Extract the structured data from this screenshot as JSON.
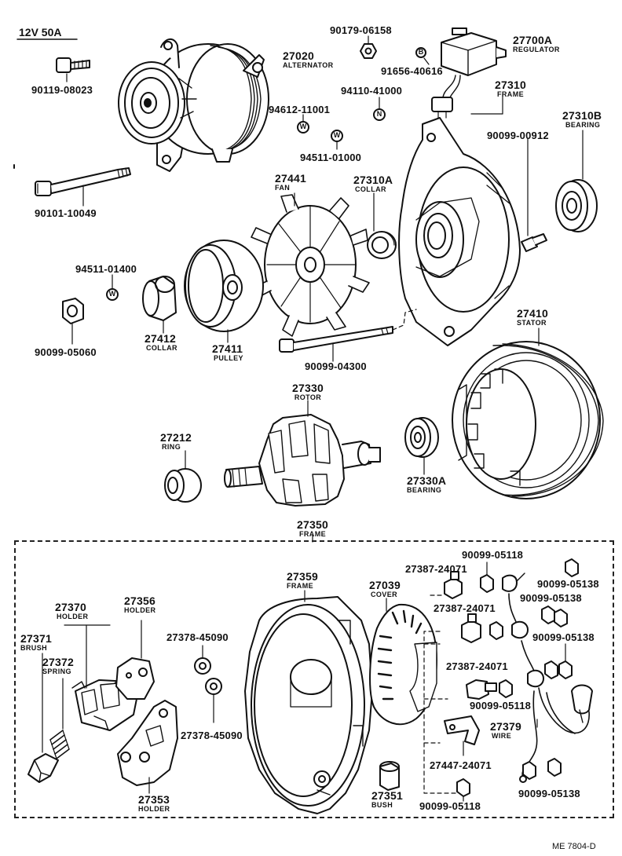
{
  "header": {
    "spec": "12V 50A"
  },
  "footer": {
    "code": "ME 7804-D"
  },
  "parts": {
    "p90119": "90119-08023",
    "p27020": "27020",
    "p27020n": "ALTERNATOR",
    "p90179": "90179-06158",
    "p27700A": "27700A",
    "p27700An": "REGULATOR",
    "p91656": "91656-40616",
    "p94110": "94110-41000",
    "p94612": "94612-11001",
    "p94511a": "94511-01000",
    "p27310": "27310",
    "p27310n": "FRAME",
    "p27310B": "27310B",
    "p27310Bn": "BEARING",
    "p90099_912": "90099-00912",
    "p90101": "90101-10049",
    "p27441": "27441",
    "p27441n": "FAN",
    "p27310A": "27310A",
    "p27310An": "COLLAR",
    "p94511b": "94511-01400",
    "p27412": "27412",
    "p27412n": "COLLAR",
    "p27411": "27411",
    "p27411n": "PULLEY",
    "p90099_060": "90099-05060",
    "p90099_300": "90099-04300",
    "p27410": "27410",
    "p27410n": "STATOR",
    "p27330": "27330",
    "p27330n": "ROTOR",
    "p27212": "27212",
    "p27212n": "RING",
    "p27330A": "27330A",
    "p27330An": "BEARING",
    "p27350": "27350",
    "p27350n": "FRAME",
    "p90099_118a": "90099-05118",
    "p27387a": "27387-24071",
    "p90099_138a": "90099-05138",
    "p27359": "27359",
    "p27359n": "FRAME",
    "p27039": "27039",
    "p27039n": "COVER",
    "p27370": "27370",
    "p27370n": "HOLDER",
    "p27356": "27356",
    "p27356n": "HOLDER",
    "p27387b": "27387-24071",
    "p90099_138b": "90099-05138",
    "p27371": "27371",
    "p27371n": "BRUSH",
    "p27378a": "27378-45090",
    "p90099_138c": "90099-05138",
    "p27372": "27372",
    "p27372n": "SPRING",
    "p27387c": "27387-24071",
    "p90099_118b": "90099-05118",
    "p27379": "27379",
    "p27379n": "WIRE",
    "p27378b": "27378-45090",
    "p27447": "27447-24071",
    "p27351": "27351",
    "p27351n": "BUSH",
    "p90099_118c": "90099-05118",
    "p90099_138d": "90099-05138",
    "p27353": "27353",
    "p27353n": "HOLDER"
  },
  "washer_letters": {
    "n": "N",
    "w": "W",
    "b": "B"
  }
}
